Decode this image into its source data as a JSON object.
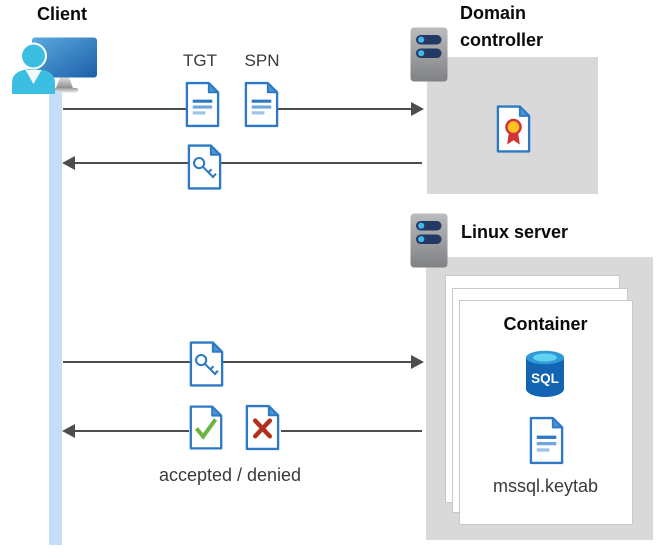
{
  "client": {
    "label": "Client"
  },
  "domain_controller": {
    "label_line1": "Domain",
    "label_line2": "controller"
  },
  "linux_server": {
    "label": "Linux server"
  },
  "container": {
    "title": "Container",
    "sql_badge": "SQL",
    "keytab_filename": "mssql.keytab"
  },
  "flows": {
    "tgt_label": "TGT",
    "spn_label": "SPN",
    "result_label": "accepted / denied"
  },
  "icons": {
    "client": "client-computer-user-icon",
    "server": "server-icon",
    "ticket_document": "ticket-document-icon",
    "key_ticket": "key-ticket-document-icon",
    "certificate": "certificate-document-icon",
    "sql_database": "sql-database-icon",
    "accepted": "accepted-check-document-icon",
    "denied": "denied-cross-document-icon"
  },
  "colors": {
    "doc_border_blue": "#2E79C4",
    "doc_fold_blue": "#4D94D4",
    "accepted_green": "#6CB33F",
    "denied_red": "#B3301F",
    "certificate_gold": "#FFC422",
    "certificate_red": "#D13438",
    "sql_body_blue": "#1464B4",
    "sql_top_cyan": "#62D2F2",
    "person_cyan": "#3ABFE3",
    "server_bar_navy": "#233862",
    "lifeline_blue": "#C5DDF7",
    "box_gray": "#D9D9D9",
    "arrow_gray": "#4D4D4D"
  }
}
